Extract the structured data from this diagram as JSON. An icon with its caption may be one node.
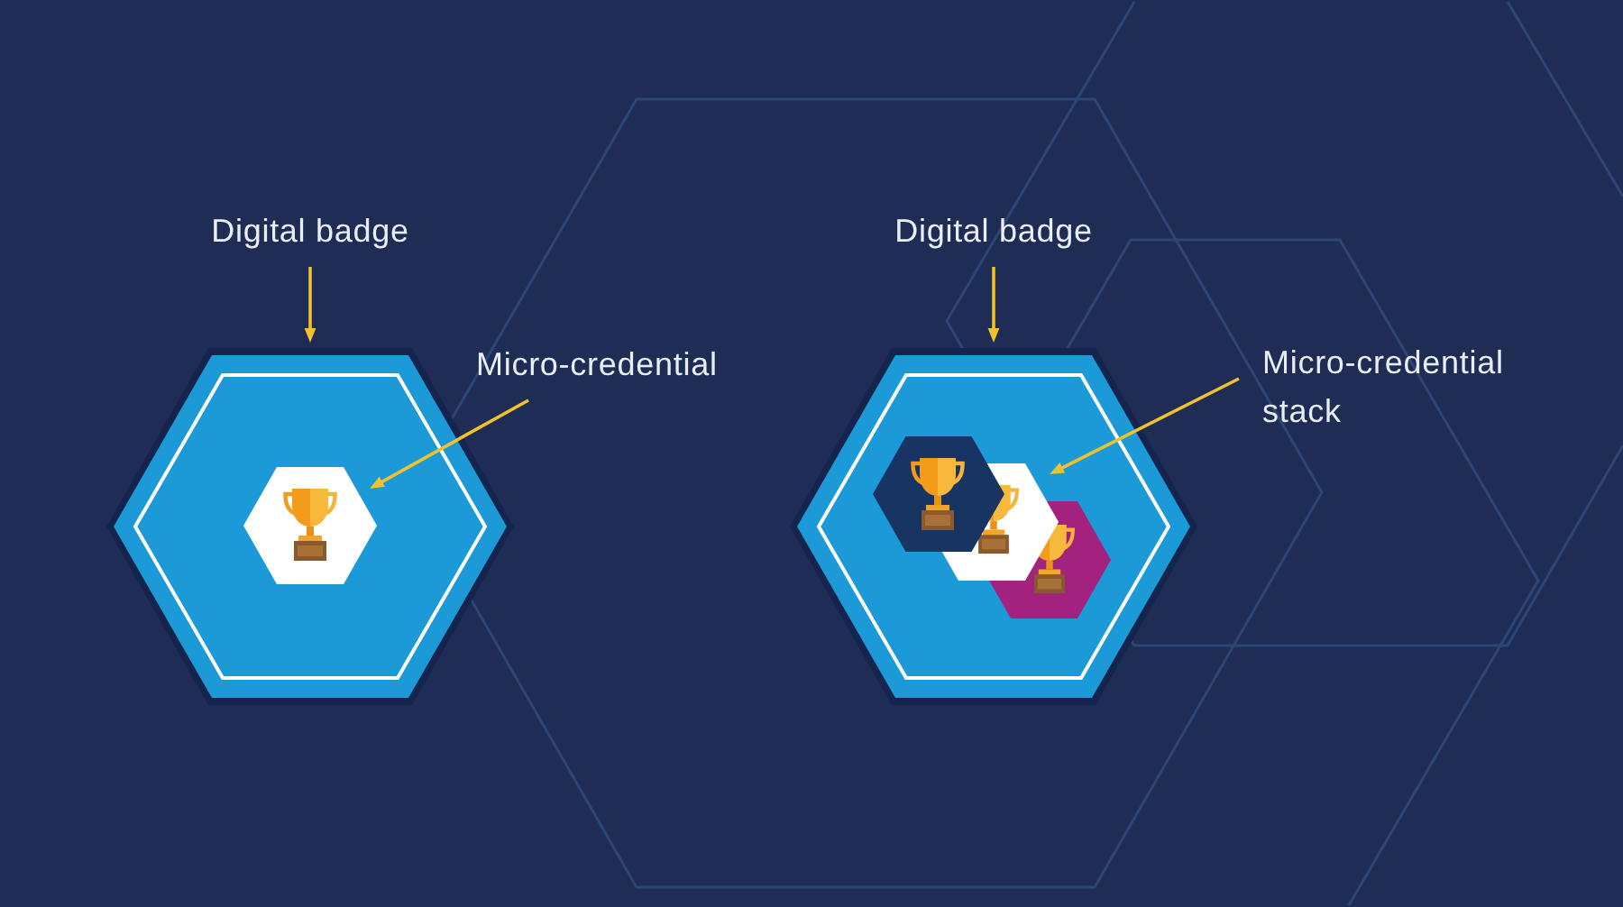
{
  "diagram": {
    "nodes": [
      {
        "text": [
          "Digital badge"
        ]
      },
      {
        "text": [],
        "shape": "hexagon"
      },
      {
        "text": [
          "Micro-credential"
        ]
      },
      {
        "text": [],
        "shape": "hexagon",
        "in": 1
      },
      {
        "text": [
          "Digital badge"
        ]
      },
      {
        "text": [],
        "shape": "hexagon"
      },
      {
        "text": [
          "Micro-credential stack"
        ]
      },
      {
        "text": [],
        "shape": "picture",
        "in": 5
      }
    ],
    "edges": [
      {
        "from": 0,
        "to": 1,
        "arrow": "to"
      },
      {
        "from": 2,
        "to": 3,
        "arrow": "to"
      },
      {
        "from": 4,
        "to": 5,
        "arrow": "to"
      },
      {
        "from": 6,
        "to": 7,
        "arrow": "to"
      }
    ]
  }
}
